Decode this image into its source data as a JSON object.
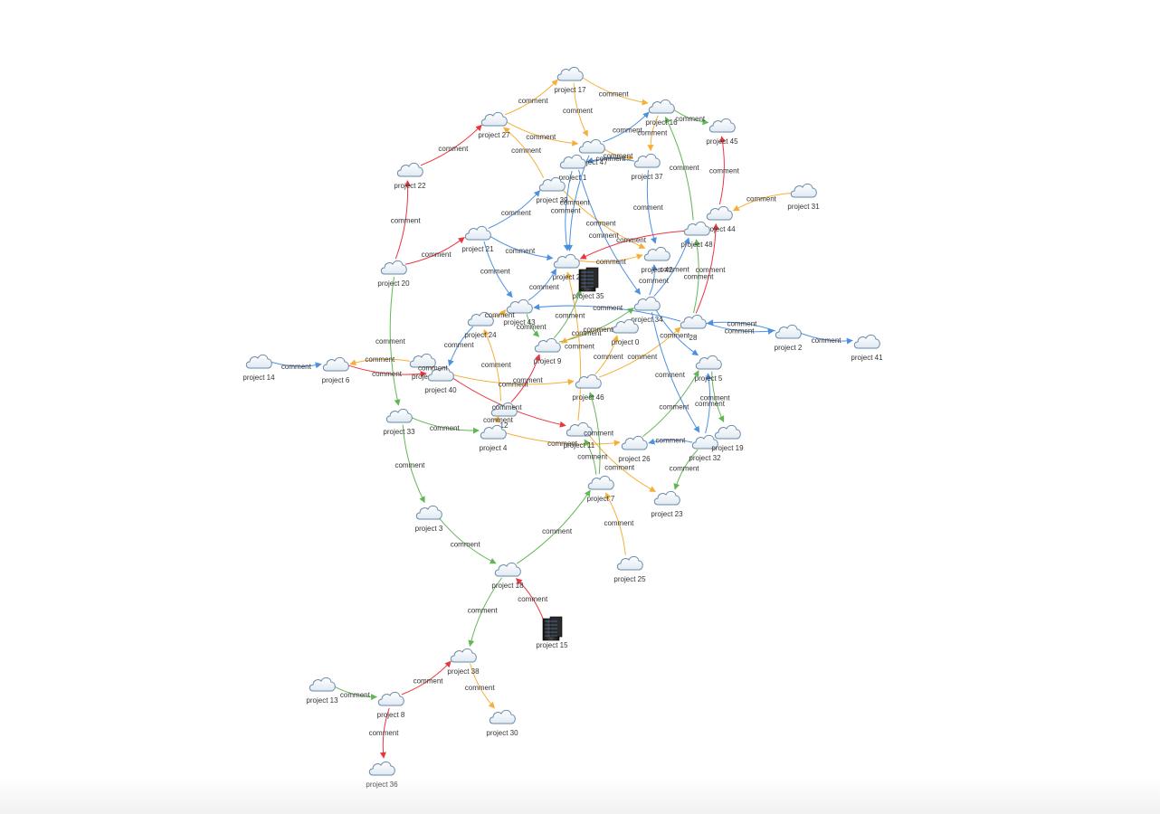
{
  "edge_label": "comment",
  "colors": {
    "red": "#e8202a",
    "orange": "#f5a623",
    "green": "#52b043",
    "blue": "#3a85de",
    "label": "#333333"
  },
  "nodes": [
    {
      "id": "p17",
      "label": "project 17",
      "icon": "cloud-icon"
    },
    {
      "id": "p16",
      "label": "project 16",
      "icon": "cloud-icon"
    },
    {
      "id": "p45",
      "label": "project 45",
      "icon": "cloud-icon"
    },
    {
      "id": "p27",
      "label": "project 27",
      "icon": "cloud-icon"
    },
    {
      "id": "p47",
      "label": "project 47",
      "icon": "cloud-icon"
    },
    {
      "id": "p1",
      "label": "project 1",
      "icon": "cloud-icon"
    },
    {
      "id": "p37",
      "label": "project 37",
      "icon": "cloud-icon"
    },
    {
      "id": "p22",
      "label": "project 22",
      "icon": "cloud-icon"
    },
    {
      "id": "p39",
      "label": "project 39",
      "icon": "cloud-icon"
    },
    {
      "id": "p31",
      "label": "project 31",
      "icon": "cloud-icon"
    },
    {
      "id": "p44",
      "label": "project 44",
      "icon": "cloud-icon"
    },
    {
      "id": "p21",
      "label": "project 21",
      "icon": "cloud-icon"
    },
    {
      "id": "p48",
      "label": "project 48",
      "icon": "cloud-icon"
    },
    {
      "id": "p20",
      "label": "project 20",
      "icon": "cloud-icon"
    },
    {
      "id": "p2x",
      "label": "project 2",
      "icon": "cloud-icon"
    },
    {
      "id": "p42",
      "label": "project 42",
      "icon": "cloud-icon"
    },
    {
      "id": "p35",
      "label": "project 35",
      "icon": "server-icon"
    },
    {
      "id": "p24",
      "label": "project 24",
      "icon": "cloud-icon"
    },
    {
      "id": "p43",
      "label": "project 43",
      "icon": "cloud-icon"
    },
    {
      "id": "p34",
      "label": "project 34",
      "icon": "cloud-icon"
    },
    {
      "id": "p28",
      "label": "28",
      "icon": "cloud-icon"
    },
    {
      "id": "p2",
      "label": "project 2",
      "icon": "cloud-icon"
    },
    {
      "id": "p41",
      "label": "project 41",
      "icon": "cloud-icon"
    },
    {
      "id": "p0",
      "label": "project 0",
      "icon": "cloud-icon"
    },
    {
      "id": "p9",
      "label": "project 9",
      "icon": "cloud-icon"
    },
    {
      "id": "p14",
      "label": "project 14",
      "icon": "cloud-icon"
    },
    {
      "id": "p6",
      "label": "project 6",
      "icon": "cloud-icon"
    },
    {
      "id": "pX",
      "label": "project",
      "icon": "cloud-icon"
    },
    {
      "id": "p40",
      "label": "project 40",
      "icon": "cloud-icon"
    },
    {
      "id": "p5",
      "label": "project 5",
      "icon": "cloud-icon"
    },
    {
      "id": "p46",
      "label": "project 46",
      "icon": "cloud-icon"
    },
    {
      "id": "p12",
      "label": "12",
      "icon": "cloud-icon"
    },
    {
      "id": "p33",
      "label": "project 33",
      "icon": "cloud-icon"
    },
    {
      "id": "p4",
      "label": "project 4",
      "icon": "cloud-icon"
    },
    {
      "id": "p11",
      "label": "project 11",
      "icon": "cloud-icon"
    },
    {
      "id": "p26",
      "label": "project 26",
      "icon": "cloud-icon"
    },
    {
      "id": "p32",
      "label": "project 32",
      "icon": "cloud-icon"
    },
    {
      "id": "p19",
      "label": "project 19",
      "icon": "cloud-icon"
    },
    {
      "id": "p7",
      "label": "project 7",
      "icon": "cloud-icon"
    },
    {
      "id": "p23",
      "label": "project 23",
      "icon": "cloud-icon"
    },
    {
      "id": "p3",
      "label": "project 3",
      "icon": "cloud-icon"
    },
    {
      "id": "p25",
      "label": "project 25",
      "icon": "cloud-icon"
    },
    {
      "id": "p18",
      "label": "project 18",
      "icon": "cloud-icon"
    },
    {
      "id": "p15",
      "label": "project 15",
      "icon": "server-icon"
    },
    {
      "id": "p38",
      "label": "project 38",
      "icon": "cloud-icon"
    },
    {
      "id": "p13",
      "label": "project 13",
      "icon": "cloud-icon"
    },
    {
      "id": "p8",
      "label": "project 8",
      "icon": "cloud-icon"
    },
    {
      "id": "p30",
      "label": "project 30",
      "icon": "cloud-icon"
    },
    {
      "id": "p36",
      "label": "project 36",
      "icon": "cloud-icon"
    }
  ],
  "edges": [
    {
      "from": "p27",
      "to": "p17",
      "color": "orange"
    },
    {
      "from": "p17",
      "to": "p16",
      "color": "orange"
    },
    {
      "from": "p16",
      "to": "p45",
      "color": "green"
    },
    {
      "from": "p17",
      "to": "p47",
      "color": "orange"
    },
    {
      "from": "p47",
      "to": "p16",
      "color": "blue"
    },
    {
      "from": "p22",
      "to": "p27",
      "color": "red"
    },
    {
      "from": "p27",
      "to": "p47",
      "color": "orange"
    },
    {
      "from": "p39",
      "to": "p27",
      "color": "orange"
    },
    {
      "from": "p47",
      "to": "p37",
      "color": "orange"
    },
    {
      "from": "p16",
      "to": "p37",
      "color": "orange"
    },
    {
      "from": "p37",
      "to": "p1",
      "color": "blue"
    },
    {
      "from": "p20",
      "to": "p22",
      "color": "red"
    },
    {
      "from": "p21",
      "to": "p39",
      "color": "blue"
    },
    {
      "from": "p39",
      "to": "p42",
      "color": "orange"
    },
    {
      "from": "p1",
      "to": "p2x",
      "color": "blue"
    },
    {
      "from": "p47",
      "to": "p2x",
      "color": "blue"
    },
    {
      "from": "p1",
      "to": "p34",
      "color": "blue"
    },
    {
      "from": "p37",
      "to": "p42",
      "color": "blue"
    },
    {
      "from": "p31",
      "to": "p44",
      "color": "orange"
    },
    {
      "from": "p44",
      "to": "p45",
      "color": "red"
    },
    {
      "from": "p48",
      "to": "p16",
      "color": "green"
    },
    {
      "from": "p48",
      "to": "p2x",
      "color": "red"
    },
    {
      "from": "p20",
      "to": "p21",
      "color": "red"
    },
    {
      "from": "p21",
      "to": "p2x",
      "color": "blue"
    },
    {
      "from": "p21",
      "to": "p43",
      "color": "blue"
    },
    {
      "from": "p43",
      "to": "p2x",
      "color": "blue"
    },
    {
      "from": "p2x",
      "to": "p42",
      "color": "orange"
    },
    {
      "from": "p28",
      "to": "p48",
      "color": "green"
    },
    {
      "from": "p28",
      "to": "p44",
      "color": "red"
    },
    {
      "from": "p34",
      "to": "p48",
      "color": "blue"
    },
    {
      "from": "p34",
      "to": "p42",
      "color": "blue"
    },
    {
      "from": "p28",
      "to": "p43",
      "color": "blue"
    },
    {
      "from": "p28",
      "to": "p2",
      "color": "blue"
    },
    {
      "from": "p2",
      "to": "p28",
      "color": "blue"
    },
    {
      "from": "p2",
      "to": "p41",
      "color": "blue"
    },
    {
      "from": "p24",
      "to": "p43",
      "color": "orange"
    },
    {
      "from": "p24",
      "to": "p40",
      "color": "blue"
    },
    {
      "from": "p43",
      "to": "p9",
      "color": "green"
    },
    {
      "from": "p9",
      "to": "p35",
      "color": "green"
    },
    {
      "from": "p9",
      "to": "p34",
      "color": "green"
    },
    {
      "from": "p34",
      "to": "p5",
      "color": "blue"
    },
    {
      "from": "p0",
      "to": "p9",
      "color": "orange"
    },
    {
      "from": "p14",
      "to": "p6",
      "color": "blue"
    },
    {
      "from": "pX",
      "to": "p6",
      "color": "orange"
    },
    {
      "from": "p6",
      "to": "p40",
      "color": "red"
    },
    {
      "from": "p40",
      "to": "pX",
      "color": "orange"
    },
    {
      "from": "p40",
      "to": "p46",
      "color": "orange"
    },
    {
      "from": "p12",
      "to": "p9",
      "color": "red"
    },
    {
      "from": "p46",
      "to": "p0",
      "color": "orange"
    },
    {
      "from": "p46",
      "to": "p28",
      "color": "orange"
    },
    {
      "from": "p20",
      "to": "p33",
      "color": "green"
    },
    {
      "from": "p33",
      "to": "p4",
      "color": "green"
    },
    {
      "from": "p40",
      "to": "p11",
      "color": "red"
    },
    {
      "from": "p12",
      "to": "p24",
      "color": "orange"
    },
    {
      "from": "p12",
      "to": "p4",
      "color": "orange"
    },
    {
      "from": "p4",
      "to": "p26",
      "color": "orange"
    },
    {
      "from": "p26",
      "to": "p5",
      "color": "green"
    },
    {
      "from": "p32",
      "to": "p26",
      "color": "blue"
    },
    {
      "from": "p34",
      "to": "p32",
      "color": "blue"
    },
    {
      "from": "p5",
      "to": "p19",
      "color": "green"
    },
    {
      "from": "p32",
      "to": "p23",
      "color": "green"
    },
    {
      "from": "p32",
      "to": "p5",
      "color": "blue"
    },
    {
      "from": "p11",
      "to": "p23",
      "color": "orange"
    },
    {
      "from": "p7",
      "to": "p46",
      "color": "green"
    },
    {
      "from": "p7",
      "to": "p11",
      "color": "green"
    },
    {
      "from": "p11",
      "to": "p2x",
      "color": "orange"
    },
    {
      "from": "p33",
      "to": "p3",
      "color": "green"
    },
    {
      "from": "p3",
      "to": "p18",
      "color": "green"
    },
    {
      "from": "p18",
      "to": "p7",
      "color": "green"
    },
    {
      "from": "p25",
      "to": "p7",
      "color": "orange"
    },
    {
      "from": "p15",
      "to": "p18",
      "color": "red"
    },
    {
      "from": "p18",
      "to": "p38",
      "color": "green"
    },
    {
      "from": "p8",
      "to": "p38",
      "color": "red"
    },
    {
      "from": "p13",
      "to": "p8",
      "color": "green"
    },
    {
      "from": "p38",
      "to": "p30",
      "color": "orange"
    },
    {
      "from": "p8",
      "to": "p36",
      "color": "red"
    }
  ]
}
